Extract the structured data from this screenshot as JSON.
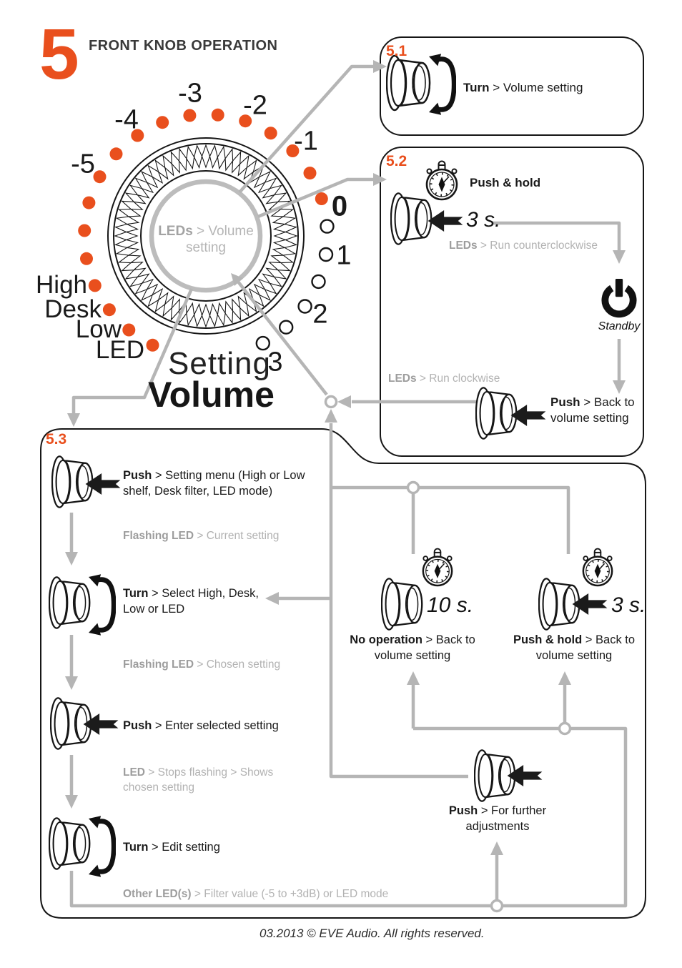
{
  "page": {
    "section_number": "5",
    "title": "FRONT KNOB OPERATION",
    "footer": "03.2013 © EVE Audio. All rights reserved."
  },
  "colors": {
    "accent": "#e94f1d",
    "line_gray": "#b5b5b5",
    "ink": "#1a1a1a"
  },
  "knob_diagram": {
    "center": {
      "bold": "LEDs",
      "rest": " > Volume setting"
    },
    "scale_labels": [
      "-5",
      "-4",
      "-3",
      "-2",
      "-1",
      "0",
      "1",
      "2",
      "3"
    ],
    "mode_labels": [
      "High",
      "Desk",
      "Low",
      "LED"
    ],
    "setting_label": "Setting",
    "volume_label": "Volume",
    "led_ring": {
      "total_dots": 24,
      "lit_dots": 18
    }
  },
  "box_5_1": {
    "number": "5.1",
    "action": {
      "bold": "Turn",
      "rest": " > Volume setting"
    }
  },
  "box_5_2": {
    "number": "5.2",
    "push_hold": "Push & hold",
    "duration": "3 s.",
    "leds_ccw": {
      "bold": "LEDs",
      "rest": " > Run counterclockwise"
    },
    "standby": "Standby",
    "leds_cw": {
      "bold": "LEDs",
      "rest": " > Run clockwise"
    },
    "push_back": {
      "bold": "Push",
      "rest": " > Back to volume setting"
    }
  },
  "box_5_3": {
    "number": "5.3",
    "steps": [
      {
        "bold": "Push",
        "rest": " > Setting menu (High or Low shelf, Desk filter, LED mode)"
      },
      {
        "bold": "Flashing LED",
        "rest": " > Current setting"
      },
      {
        "bold": "Turn",
        "rest": " > Select High, Desk, Low or LED"
      },
      {
        "bold": "Flashing LED",
        "rest": " > Chosen setting"
      },
      {
        "bold": "Push",
        "rest": " > Enter selected setting"
      },
      {
        "bold": "LED",
        "rest": " > Stops flashing > Shows chosen setting"
      },
      {
        "bold": "Turn",
        "rest": " > Edit setting"
      },
      {
        "bold": "Other LED(s)",
        "rest": " > Filter value (-5 to +3dB) or LED mode"
      }
    ],
    "timeout": {
      "duration": "10 s.",
      "bold": "No operation",
      "rest": " > Back to volume setting"
    },
    "push_hold": {
      "duration": "3 s.",
      "bold": "Push & hold",
      "rest": " > Back to volume setting"
    },
    "further": {
      "bold": "Push",
      "rest": " > For further adjustments"
    }
  }
}
